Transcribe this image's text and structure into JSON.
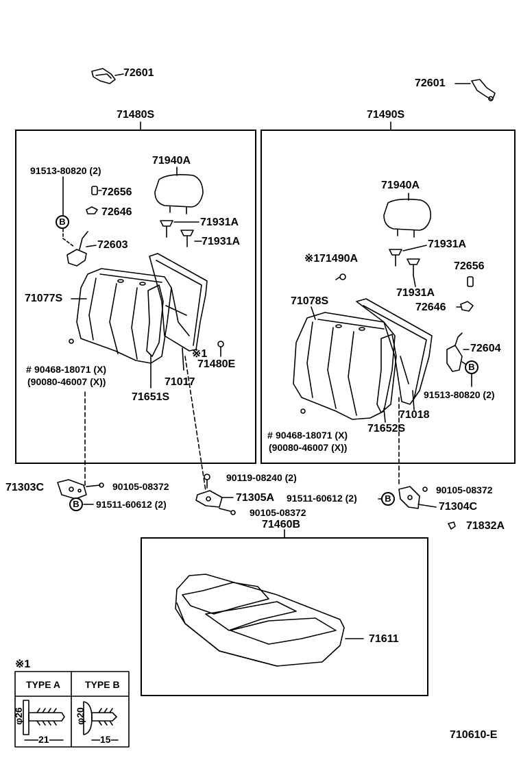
{
  "labels": {
    "p72601_left": "72601",
    "p72601_right": "72601",
    "assy_left": "71480S",
    "assy_right": "71490S",
    "headrest_left": "71940A",
    "headrest_right": "71940A",
    "bolt_left": "91513-80820 (2)",
    "bolt_right": "91513-80820 (2)",
    "p72656_left": "72656",
    "p72656_right": "72656",
    "p72646_left": "72646",
    "p72646_right": "72646",
    "p71931a_l1": "71931A",
    "p71931a_l2": "71931A",
    "p71931a_r1": "71931A",
    "p71931a_r2": "71931A",
    "p72603": "72603",
    "p72604": "72604",
    "p71077s": "71077S",
    "p71078s": "71078S",
    "p71490a": "71490A",
    "p71480e": "71480E",
    "p71017": "71017",
    "p71018": "71018",
    "p71651s": "71651S",
    "p71652s": "71652S",
    "clip_left_1": "90468-18071 (X)",
    "clip_left_2": "(90080-46007 (X))",
    "clip_right_1": "90468-18071 (X)",
    "clip_right_2": "(90080-46007 (X))",
    "p71303c": "71303C",
    "p71304c": "71304C",
    "p71305a": "71305A",
    "bolt90105_a": "90105-08372",
    "bolt90105_b": "90105-08372",
    "bolt90105_c": "90105-08372",
    "bolt90119": "90119-08240 (2)",
    "bolt91511_a": "91511-60612 (2)",
    "bolt91511_b": "91511-60612 (2)",
    "p71832a": "71832A",
    "cushion_assy": "71460B",
    "p71611": "71611",
    "figure_code": "710610-E",
    "ref_mark": "※1",
    "ref_mark_a": "※1",
    "ref_mark_b": "※1",
    "hash_a": "#",
    "hash_b": "#",
    "type_a": "TYPE A",
    "type_b": "TYPE B",
    "dim_a_dia": "φ26",
    "dim_a_len": "21",
    "dim_b_dia": "φ20",
    "dim_b_len": "15"
  },
  "callout_badge": "B",
  "colors": {
    "ink": "#000000",
    "paper": "#ffffff"
  }
}
